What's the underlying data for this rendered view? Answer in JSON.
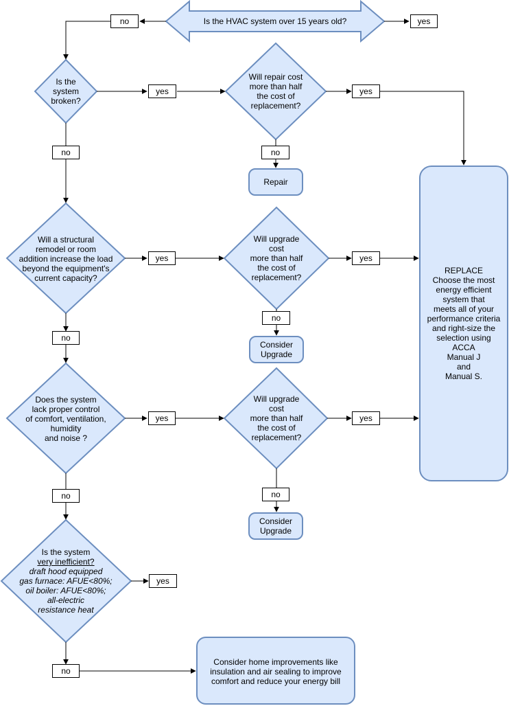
{
  "colors": {
    "shape_fill": "#dae8fc",
    "shape_stroke": "#6c8ebf",
    "line": "#000000"
  },
  "top_question": "Is the HVAC system over 15 years old?",
  "top_no": "no",
  "top_yes": "yes",
  "q_broken": [
    "Is the",
    "system",
    "broken?"
  ],
  "broken_yes": "yes",
  "broken_no": "no",
  "q_repair_cost": [
    "Will repair cost",
    "more than half",
    "the cost of",
    "replacement?"
  ],
  "repair_cost_yes": "yes",
  "repair_cost_no": "no",
  "repair": "Repair",
  "q_remodel": [
    "Will a structural",
    "remodel or room",
    "addition increase the load",
    "beyond the equipment's",
    "current capacity?"
  ],
  "remodel_yes": "yes",
  "remodel_no": "no",
  "q_upgrade_cost_1": [
    "Will upgrade",
    "cost",
    "more than half",
    "the cost of",
    "replacement?"
  ],
  "upgrade_cost_1_yes": "yes",
  "upgrade_cost_1_no": "no",
  "consider_upgrade_1": [
    "Consider",
    "Upgrade"
  ],
  "q_control": [
    "Does the system",
    "lack proper control",
    "of comfort, ventilation,",
    "humidity",
    "and noise ?"
  ],
  "control_yes": "yes",
  "control_no": "no",
  "q_upgrade_cost_2": [
    "Will upgrade",
    "cost",
    "more than half",
    "the cost of",
    "replacement?"
  ],
  "upgrade_cost_2_yes": "yes",
  "upgrade_cost_2_no": "no",
  "consider_upgrade_2": [
    "Consider",
    "Upgrade"
  ],
  "q_inefficient": {
    "line1": "Is the system",
    "line2": "very inefficient?",
    "details": [
      "draft hood equipped",
      "gas furnace: AFUE<80%;",
      "oil boiler: AFUE<80%;",
      "all-electric",
      "resistance heat"
    ]
  },
  "inefficient_yes": "yes",
  "inefficient_no": "no",
  "replace": [
    "REPLACE",
    "Choose the most",
    "energy efficient",
    "system that",
    "meets all of your",
    "performance criteria",
    "and right-size the",
    "selection using",
    "ACCA",
    "Manual J",
    "and",
    "Manual S."
  ],
  "home_improvements": [
    "Consider home improvements like",
    "insulation and air sealing to improve",
    "comfort and reduce your energy bill"
  ]
}
